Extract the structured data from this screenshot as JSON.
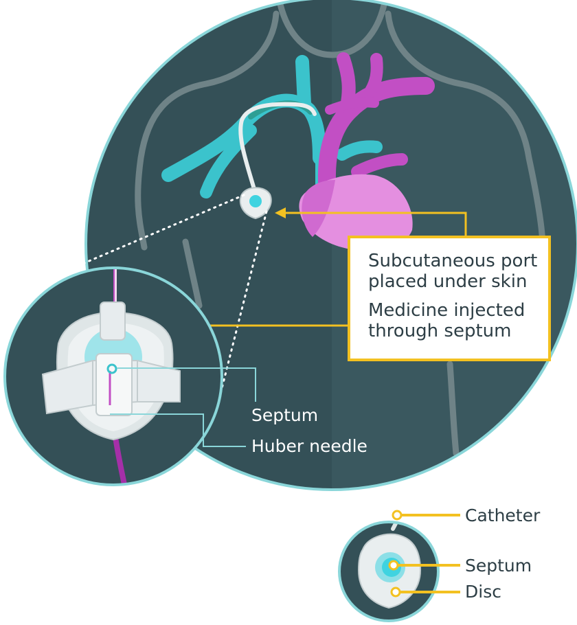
{
  "colors": {
    "torso_bg": "#345057",
    "torso_ring": "#8ad6d9",
    "outline": "#6f8387",
    "vein": "#3bc3cc",
    "artery": "#c24fc4",
    "heart": "#e48fe0",
    "callout_border": "#f3c121",
    "text_dark": "#2d3e45",
    "port_white": "#e9eeef",
    "septum": "#3fd3e0"
  },
  "callout": {
    "line1a": "Subcutaneous port",
    "line1b": "placed under skin",
    "line2a": "Medicine injected",
    "line2b": "through septum"
  },
  "zoom_labels": {
    "septum": "Septum",
    "huber_needle": "Huber needle"
  },
  "port_labels": {
    "catheter": "Catheter",
    "septum": "Septum",
    "disc": "Disc"
  }
}
